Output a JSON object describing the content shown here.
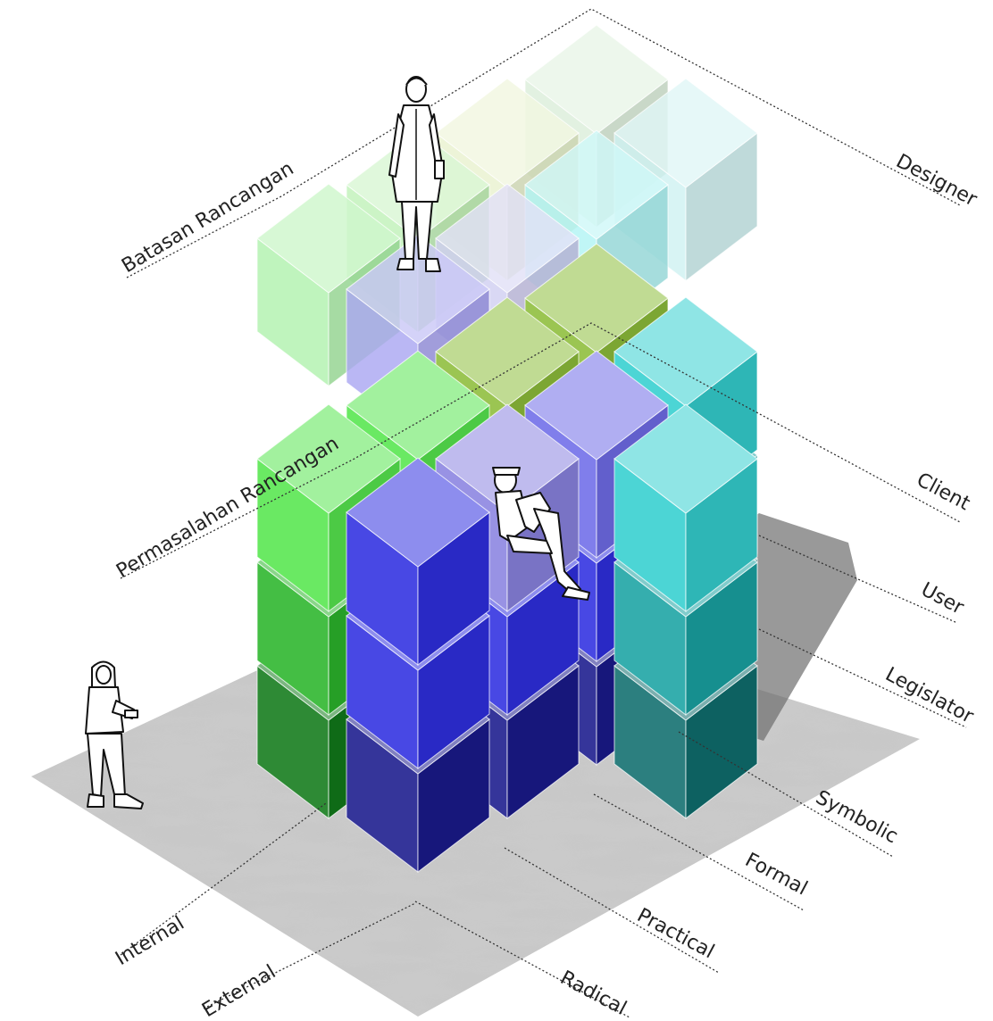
{
  "diagram": {
    "labels": {
      "batasan": "Batasan Rancangan",
      "permasalahan": "Permasalahan Rancangan",
      "designer": "Designer",
      "client": "Client",
      "user": "User",
      "legislator": "Legislator",
      "symbolic": "Symbolic",
      "formal": "Formal",
      "practical": "Practical",
      "radical": "Radical",
      "internal": "Internal",
      "external": "External"
    },
    "colors": {
      "purple": "#8a83e0",
      "blue": "#2f2fe0",
      "navy": "#1a1a8c",
      "green_light": "#56e64e",
      "green_mid": "#2bb52b",
      "green_dark": "#117a1a",
      "teal_light": "#34cfcf",
      "teal_mid": "#19a3a3",
      "teal_dark": "#0f6e6e",
      "olive": "#8dbd3a",
      "floor": "#c8c8c8"
    },
    "icons": [
      "person-standing-coat-icon",
      "person-sitting-icon",
      "person-hoodie-icon"
    ]
  }
}
